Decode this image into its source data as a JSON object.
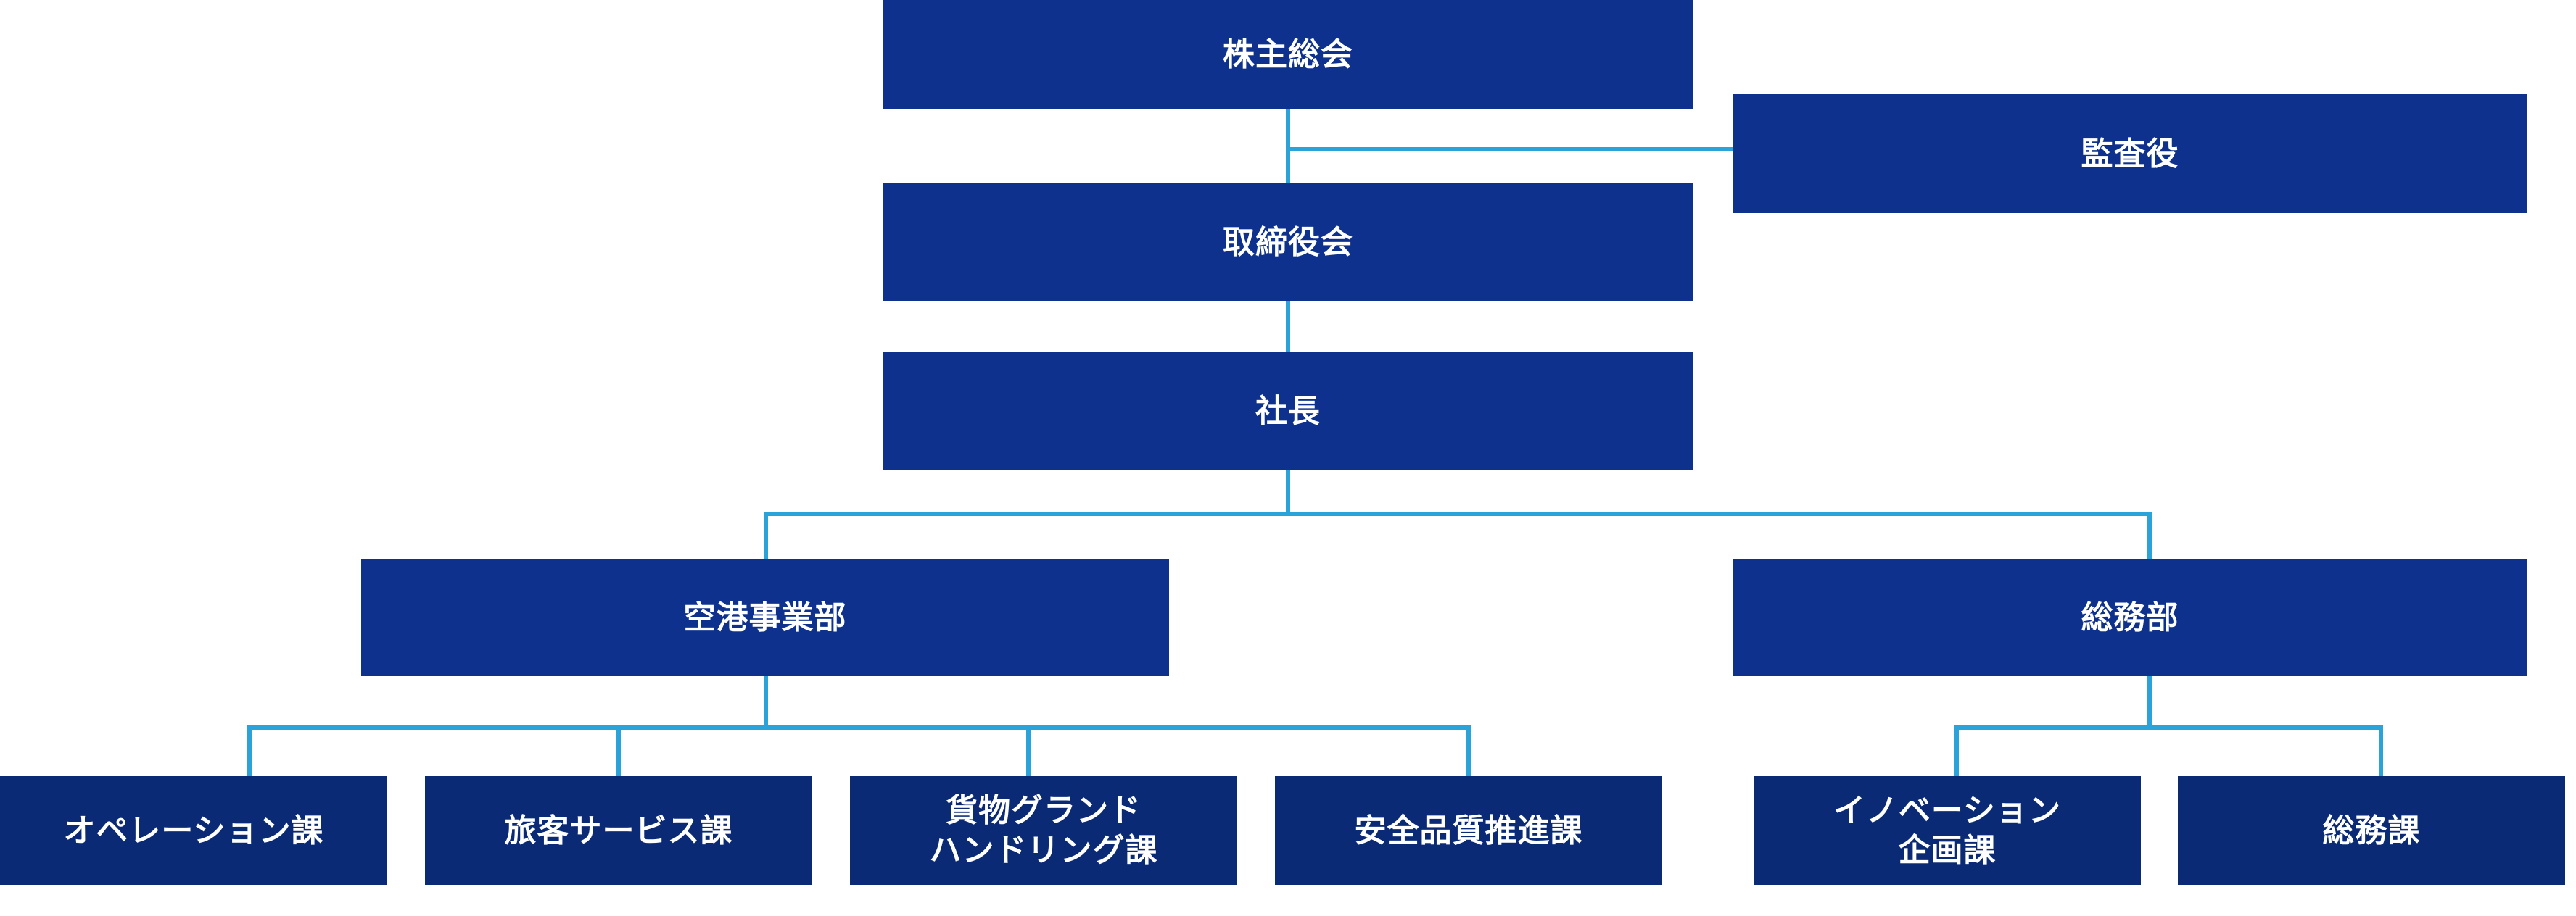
{
  "org_chart": {
    "shareholders": "株主総会",
    "auditor": "監査役",
    "board": "取締役会",
    "president": "社長",
    "airport_division": "空港事業部",
    "general_affairs_division": "総務部",
    "operations_section": "オペレーション課",
    "passenger_service_section": "旅客サービス課",
    "cargo_handling_section": [
      "貨物グランド",
      "ハンドリング課"
    ],
    "safety_quality_section": "安全品質推進課",
    "innovation_section": [
      "イノベーション",
      "企画課"
    ],
    "general_affairs_section": "総務課"
  },
  "colors": {
    "box": "#0d318d",
    "section_box": "#0a2a76",
    "connector": "#29a3d9",
    "text": "#ffffff"
  }
}
